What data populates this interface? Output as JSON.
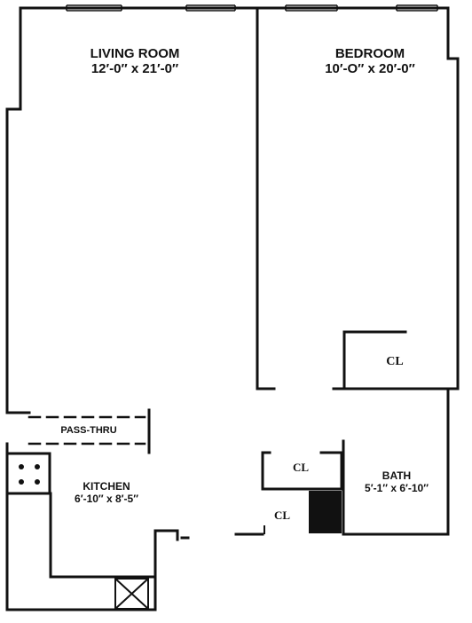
{
  "floorplan": {
    "rooms": {
      "living_room": {
        "name": "LIVING ROOM",
        "dimensions": "12′-0″ x 21′-0″"
      },
      "bedroom": {
        "name": "BEDROOM",
        "dimensions": "10′-O″ x 20′-0″"
      },
      "kitchen": {
        "name": "KITCHEN",
        "dimensions": "6′-10″ x 8′-5″"
      },
      "bath": {
        "name": "BATH",
        "dimensions": "5′-1″ x 6′-10″"
      }
    },
    "pass_thru": "PASS-THRU",
    "closets": {
      "bedroom_closet": "CL",
      "hall_closet": "CL",
      "entry_closet": "CL"
    },
    "colors": {
      "wall": "#111111",
      "background": "#ffffff"
    }
  }
}
